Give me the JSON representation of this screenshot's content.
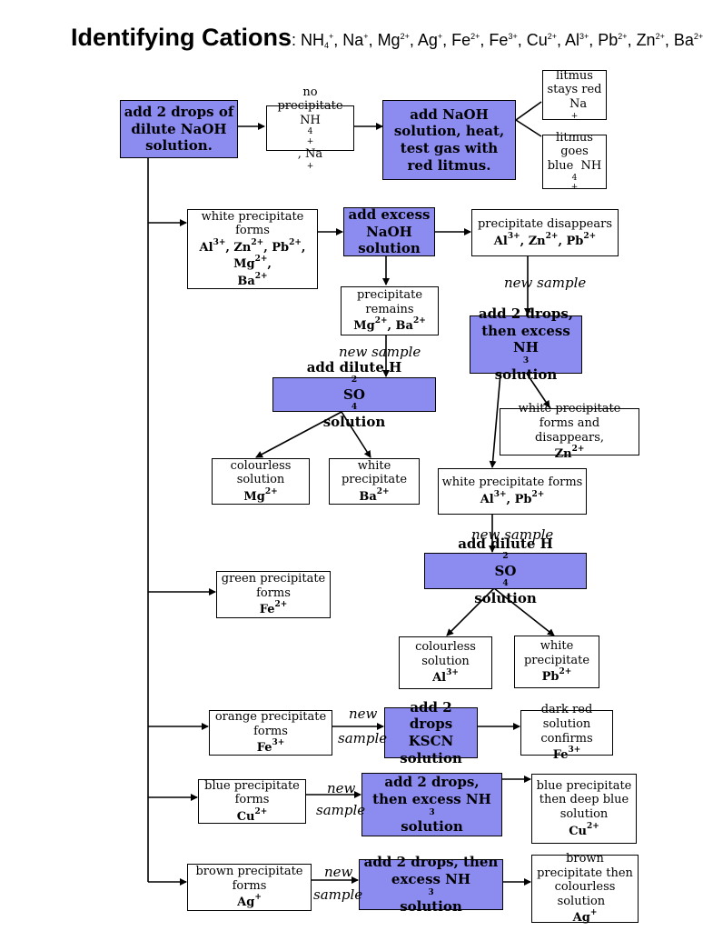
{
  "title": {
    "main": "Identifying Cations",
    "ions": ": NH<sub>4</sub><sup>+</sup>, Na<sup>+</sup>, Mg<sup>2+</sup>, Ag<sup>+</sup>, Fe<sup>2+</sup>, Fe<sup>3+</sup>, Cu<sup>2+</sup>, Al<sup>3+</sup>, Pb<sup>2+</sup>, Zn<sup>2+</sup>, Ba<sup>2+</sup>"
  },
  "boxes": {
    "start": "add 2 drops of dilute NaOH solution.",
    "no_ppt": "no precipitate<br>NH<sub>4</sub><sup>+</sup>, Na<sup>+</sup>",
    "naoh_heat": "add NaOH solution, heat, test gas with red litmus.",
    "litmus_red": "litmus stays red &nbsp; Na<sup>+</sup>",
    "litmus_blue": "litmus goes blue &nbsp;NH<sub>4</sub><sup>+</sup>",
    "white_ppt": "white precipitate forms<br><span class=\"ions\">Al<sup>3+</sup>, Zn<sup>2+</sup>, Pb<sup>2+</sup>, Mg<sup>2+</sup>,<br>Ba<sup>2+</sup></span>",
    "excess_naoh": "add excess NaOH solution",
    "ppt_disappears": "precipitate disappears<br><span class=\"ions\">Al<sup>3+</sup>, Zn<sup>2+</sup>, Pb<sup>2+</sup></span>",
    "ppt_remains": "precipitate remains<br><span class=\"ions\">Mg<sup>2+</sup>, Ba<sup>2+</sup></span>",
    "nh3_excess": "add 2 drops, then excess NH<sub>3</sub> solution",
    "h2so4_1": "add dilute H<sub>2</sub>SO<sub>4</sub> solution",
    "wp_zn": "white precipitate forms and disappears, <span class=\"ions\">Zn<sup>2+</sup></span>",
    "col_mg": "colourless solution<br><span class=\"ions\">Mg<sup>2+</sup></span>",
    "white_ba": "white precipitate<br><span class=\"ions\">Ba<sup>2+</sup></span>",
    "wp_al_pb": "white precipitate forms<br><span class=\"ions\">Al<sup>3+</sup>, Pb<sup>2+</sup></span>",
    "h2so4_2": "add dilute H<sub>2</sub>SO<sub>4</sub> solution",
    "green_ppt": "green precipitate forms<br><span class=\"ions\">Fe<sup>2+</sup></span>",
    "col_al": "colourless solution<br><span class=\"ions\">Al<sup>3+</sup></span>",
    "white_pb": "white precipitate<br><span class=\"ions\">Pb<sup>2+</sup></span>",
    "orange_ppt": "orange precipitate forms<br><span class=\"ions\">Fe<sup>3+</sup></span>",
    "kscn": "add 2 drops KSCN solution",
    "dark_red": "dark red solution confirms <span class=\"ions\">Fe<sup>3+</sup></span>",
    "blue_ppt": "blue precipitate forms<br><span class=\"ions\">Cu<sup>2+</sup></span>",
    "nh3_cu": "add 2 drops, then excess NH<sub>3</sub> solution",
    "deep_blue": "blue precipitate then deep blue solution<br><span class=\"ions\">Cu<sup>2+</sup></span>",
    "brown_ppt": "brown precipitate forms<br><span class=\"ions\">Ag<sup>+</sup></span>",
    "nh3_ag": "add 2 drops, then excess NH<sub>3</sub> solution",
    "brown_col": "brown precipitate then colourless solution &nbsp;<span class=\"ions\">Ag<sup>+</sup></span>"
  },
  "notes": {
    "new_sample": "new  sample",
    "new": "new",
    "sample": "sample"
  },
  "colors": {
    "action_fill": "#8b8bf0",
    "line": "#000000"
  }
}
